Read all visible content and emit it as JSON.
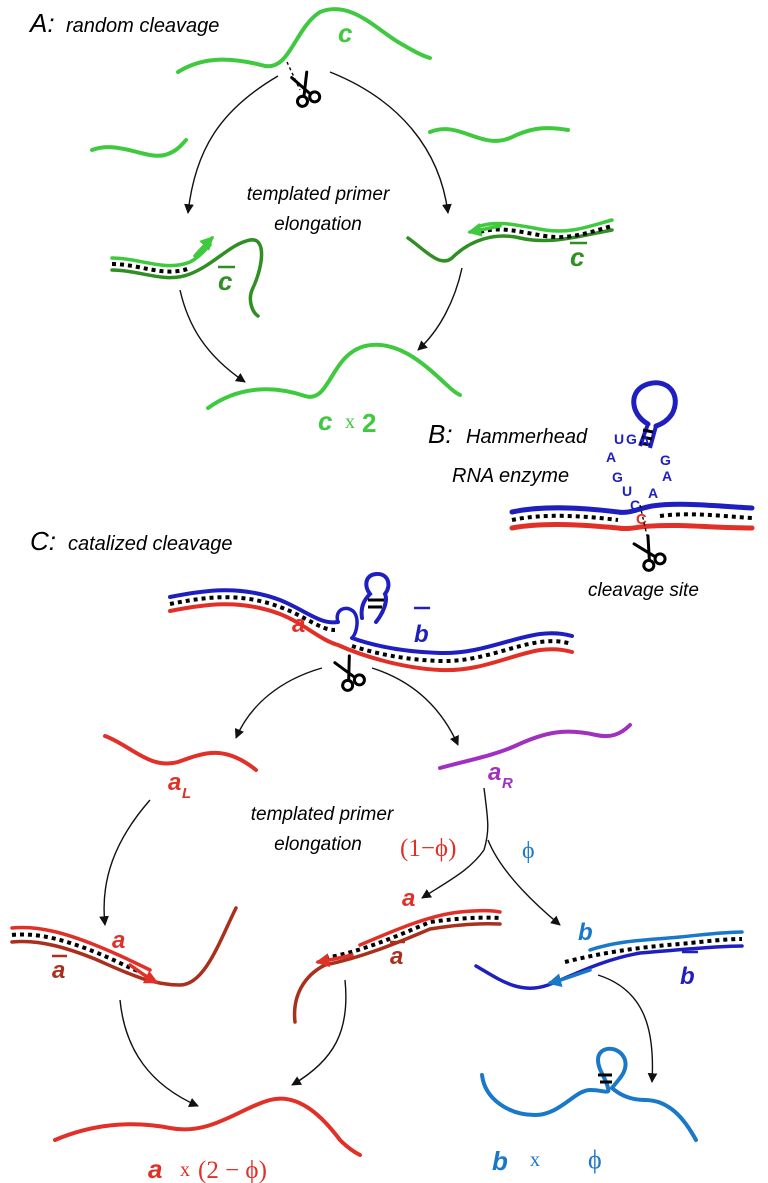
{
  "colors": {
    "green": "#3ec93e",
    "dark_green": "#2f8f22",
    "red": "#e03028",
    "dark_red": "#a8301c",
    "blue": "#1f1fc0",
    "light_blue": "#1a78c8",
    "purple": "#a030c0",
    "black": "#000000"
  },
  "panel_a": {
    "title_letter": "A:",
    "title_text": "random cleavage",
    "strand_label": "c",
    "complement_left": "c",
    "complement_right": "c",
    "process_line1": "templated primer",
    "process_line2": "elongation",
    "product_label": "c",
    "product_times": "x",
    "product_count": "2",
    "scissors_icon": "scissors-icon"
  },
  "panel_b": {
    "title_letter": "B:",
    "title_line1": "Hammerhead",
    "title_line2": "RNA enzyme",
    "nucleotides": [
      "U",
      "G",
      "A",
      "A",
      "G",
      "A",
      "G",
      "U",
      "C",
      "A"
    ],
    "cleavage_nucleotide": "C",
    "cleavage_caption": "cleavage site"
  },
  "panel_c": {
    "title_letter": "C:",
    "title_text": "catalized cleavage",
    "label_a": "a",
    "label_b": "b",
    "fragment_left": "a",
    "fragment_left_sub": "L",
    "fragment_right": "a",
    "fragment_right_sub": "R",
    "process_line1": "templated primer",
    "process_line2": "elongation",
    "branch_left": "(1−ϕ)",
    "branch_right": "ϕ",
    "left_a": "a",
    "left_abar": "a",
    "mid_a": "a",
    "mid_abar": "a",
    "right_b": "b",
    "right_bbar": "b",
    "product_a": "a",
    "product_a_times": "x",
    "product_a_count": "(2 − ϕ)",
    "product_b": "b",
    "product_b_times": "x",
    "product_b_count": "ϕ"
  }
}
